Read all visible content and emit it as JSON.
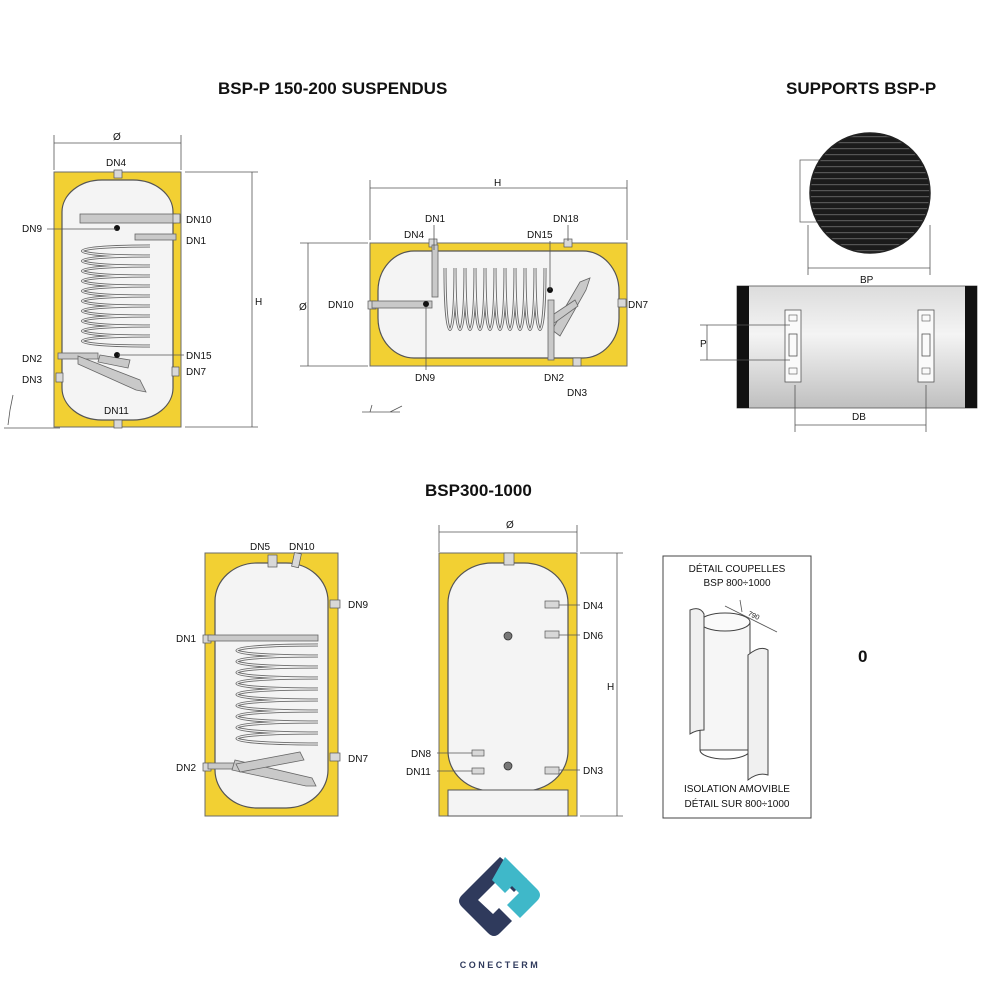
{
  "titles": {
    "section1": "BSP-P 150-200 SUSPENDUS",
    "supports": "SUPPORTS BSP-P",
    "section2": "BSP300-1000",
    "zero": "0"
  },
  "vertical_tank": {
    "diameter": "Ø",
    "height": "H",
    "labels": {
      "dn4": "DN4",
      "dn9": "DN9",
      "dn10": "DN10",
      "dn1": "DN1",
      "dn2": "DN2",
      "dn15": "DN15",
      "dn3": "DN3",
      "dn7": "DN7",
      "dn11": "DN11"
    }
  },
  "horizontal_tank": {
    "height": "H",
    "diameter": "Ø",
    "labels": {
      "dn1": "DN1",
      "dn18": "DN18",
      "dn4": "DN4",
      "dn15": "DN15",
      "dn10": "DN10",
      "dn7": "DN7",
      "dn9": "DN9",
      "dn2": "DN2",
      "dn3": "DN3"
    }
  },
  "supports": {
    "bp": "BP",
    "p": "P",
    "db": "DB"
  },
  "large_tank_front": {
    "labels": {
      "dn5": "DN5",
      "dn10": "DN10",
      "dn9": "DN9",
      "dn1": "DN1",
      "dn2": "DN2",
      "dn7": "DN7"
    }
  },
  "large_tank_side": {
    "diameter": "Ø",
    "height": "H",
    "labels": {
      "dn4": "DN4",
      "dn6": "DN6",
      "dn8": "DN8",
      "dn11": "DN11",
      "dn3": "DN3"
    }
  },
  "detail_box": {
    "title_line1": "DÉTAIL COUPELLES",
    "title_line2": "BSP 800÷1000",
    "dim": "790",
    "footer_line1": "ISOLATION AMOVIBLE",
    "footer_line2": "DÉTAIL SUR 800÷1000"
  },
  "logo": {
    "text": "CONECTERM",
    "color_dark": "#2f3a5c",
    "color_accent": "#3fb8c9"
  }
}
